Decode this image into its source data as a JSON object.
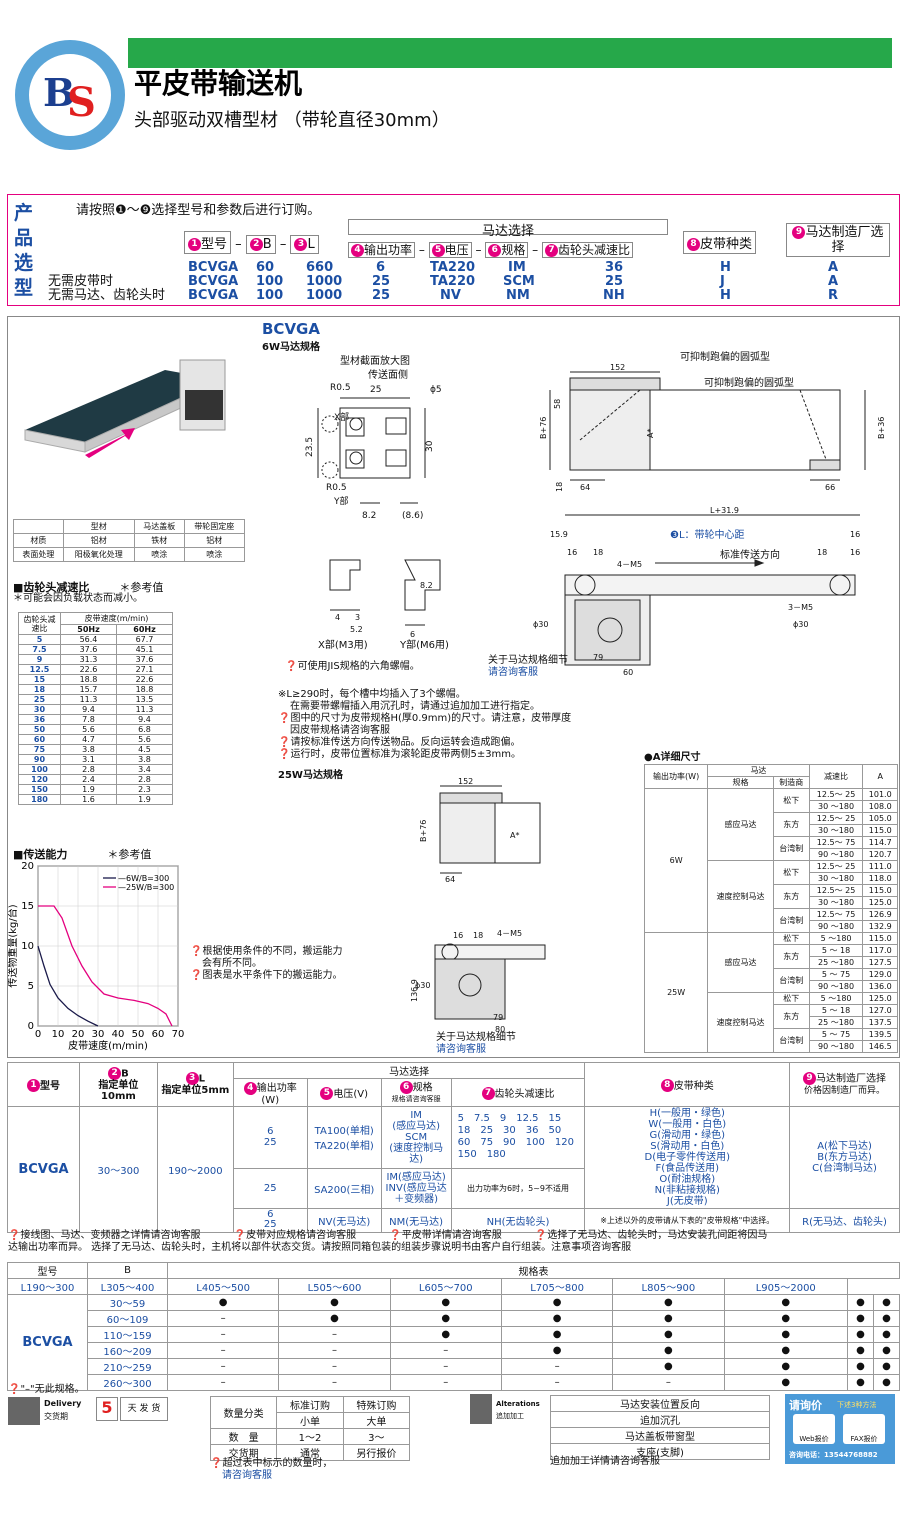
{
  "header": {
    "title": "平皮带输送机",
    "subtitle": "头部驱动双槽型材 （带轮直径30mm）"
  },
  "order": {
    "side": [
      "产",
      "品",
      "选",
      "型"
    ],
    "intro": "请按照❶～❾选择型号和参数后进行订购。",
    "labels": {
      "type": "型号",
      "b": "B",
      "l": "L",
      "motor": "马达选择",
      "power": "输出功率",
      "voltage": "电压",
      "spec": "规格",
      "ratio": "齿轮头减速比",
      "belt": "皮带种类",
      "maker": "马达制造厂选择"
    },
    "rows": [
      {
        "label": "",
        "v": [
          "BCVGA",
          "60",
          "660",
          "6",
          "TA220",
          "IM",
          "36",
          "H",
          "A"
        ]
      },
      {
        "label": "无需皮带时",
        "v": [
          "BCVGA",
          "100",
          "1000",
          "25",
          "TA220",
          "SCM",
          "25",
          "J",
          "A"
        ]
      },
      {
        "label": "无需马达、齿轮头时",
        "v": [
          "BCVGA",
          "100",
          "1000",
          "25",
          "NV",
          "NM",
          "NH",
          "H",
          "R"
        ]
      }
    ]
  },
  "material": {
    "headers": [
      "",
      "型材",
      "马达盖板",
      "带轮固定座"
    ],
    "rows": [
      [
        "材质",
        "铝材",
        "铁材",
        "铝材"
      ],
      [
        "表面处理",
        "阳极氧化处理",
        "喷涂",
        "喷涂"
      ]
    ]
  },
  "speed": {
    "title": "■齿轮头减速比",
    "ref": "＊参考值",
    "note": "＊可能会因负载状态而减小。",
    "headers": [
      "齿轮头减速比",
      "皮带速度(m/min)",
      "50Hz",
      "60Hz"
    ],
    "rows": [
      [
        "5",
        "56.4",
        "67.7"
      ],
      [
        "7.5",
        "37.6",
        "45.1"
      ],
      [
        "9",
        "31.3",
        "37.6"
      ],
      [
        "12.5",
        "22.6",
        "27.1"
      ],
      [
        "15",
        "18.8",
        "22.6"
      ],
      [
        "18",
        "15.7",
        "18.8"
      ],
      [
        "25",
        "11.3",
        "13.5"
      ],
      [
        "30",
        "9.4",
        "11.3"
      ],
      [
        "36",
        "7.8",
        "9.4"
      ],
      [
        "50",
        "5.6",
        "6.8"
      ],
      [
        "60",
        "4.7",
        "5.6"
      ],
      [
        "75",
        "3.8",
        "4.5"
      ],
      [
        "90",
        "3.1",
        "3.8"
      ],
      [
        "100",
        "2.8",
        "3.4"
      ],
      [
        "120",
        "2.4",
        "2.8"
      ],
      [
        "150",
        "1.9",
        "2.3"
      ],
      [
        "180",
        "1.6",
        "1.9"
      ]
    ]
  },
  "chart_data": {
    "type": "line",
    "title": "■传送能力",
    "ref": "＊参考值",
    "xlabel": "皮带速度(m/min)",
    "ylabel": "传送物重量(kg/台)",
    "xlim": [
      0,
      70
    ],
    "ylim": [
      0,
      20
    ],
    "xticks": [
      0,
      10,
      20,
      30,
      40,
      50,
      60,
      70
    ],
    "yticks": [
      0,
      5,
      10,
      15,
      20
    ],
    "series": [
      {
        "name": "6W/B=300",
        "color": "#1a1a4a",
        "x": [
          0,
          3,
          6,
          10,
          15,
          20,
          25,
          30
        ],
        "y": [
          10,
          7.5,
          5.2,
          3.5,
          2.2,
          1.3,
          0.6,
          0
        ]
      },
      {
        "name": "25W/B=300",
        "color": "#e4007f",
        "x": [
          0,
          8,
          12,
          17,
          22,
          27,
          33,
          40,
          48,
          55,
          60,
          64,
          67
        ],
        "y": [
          15,
          15,
          13.5,
          10,
          7.5,
          5.5,
          4,
          3.5,
          3.2,
          2.8,
          2.2,
          1.5,
          0
        ]
      }
    ]
  },
  "bcvga": {
    "title": "BCVGA",
    "sub6w": "6W马达规格",
    "sub25w": "25W马达规格",
    "section": "型材截面放大图",
    "face": "传送面侧",
    "arc1": "可抑制跑偏的圆弧型",
    "arc2": "可抑制跑偏的圆弧型",
    "l_label": "❸L：带轮中心距",
    "dir": "标准传送方向",
    "xpart": "X部(M3用)",
    "ypart": "Y部(M6用)",
    "jis": "可使用JIS规格的六角螺帽。",
    "motor_note": "关于马达规格细节",
    "ask": "请咨询客服",
    "notes": [
      "※L≥290时，每个槽中均插入了3个螺帽。",
      "在需要带螺帽插入用沉孔时，请通过追加加工进行指定。",
      "图中的尺寸为皮带规格H(厚0.9mm)的尺寸。请注意，皮带厚度",
      "因皮带规格请咨询客服",
      "请按标准传送方向传送物品。反向运转会造成跑偏。",
      "运行时，皮带位置标准为滚轮距皮带两侧5±3mm。"
    ],
    "cap_notes": [
      "根据使用条件的不同，搬运能力",
      "会有所不同。",
      "图表是水平条件下的搬运能力。"
    ]
  },
  "adetail": {
    "title": "●A详细尺寸",
    "headers": [
      "输出功率(W)",
      "马达",
      "规格",
      "制造商",
      "减速比",
      "A"
    ],
    "groups": [
      {
        "w": "6W",
        "specs": [
          {
            "s": "感应马达",
            "makers": [
              {
                "m": "松下",
                "rows": [
                  [
                    "12.5～ 25",
                    "101.0"
                  ],
                  [
                    "30 ～180",
                    "108.0"
                  ]
                ]
              },
              {
                "m": "东方",
                "rows": [
                  [
                    "12.5～ 25",
                    "105.0"
                  ],
                  [
                    "30 ～180",
                    "115.0"
                  ]
                ]
              },
              {
                "m": "台湾制",
                "rows": [
                  [
                    "12.5～ 75",
                    "114.7"
                  ],
                  [
                    "90 ～180",
                    "120.7"
                  ]
                ]
              }
            ]
          },
          {
            "s": "速度控制马达",
            "makers": [
              {
                "m": "松下",
                "rows": [
                  [
                    "12.5～ 25",
                    "111.0"
                  ],
                  [
                    "30 ～180",
                    "118.0"
                  ]
                ]
              },
              {
                "m": "东方",
                "rows": [
                  [
                    "12.5～ 25",
                    "115.0"
                  ],
                  [
                    "30 ～180",
                    "125.0"
                  ]
                ]
              },
              {
                "m": "台湾制",
                "rows": [
                  [
                    "12.5～ 75",
                    "126.9"
                  ],
                  [
                    "90 ～180",
                    "132.9"
                  ]
                ]
              }
            ]
          }
        ]
      },
      {
        "w": "25W",
        "specs": [
          {
            "s": "感应马达",
            "makers": [
              {
                "m": "松下",
                "rows": [
                  [
                    "5 ～180",
                    "115.0"
                  ]
                ]
              },
              {
                "m": "东方",
                "rows": [
                  [
                    "5 ～ 18",
                    "117.0"
                  ],
                  [
                    "25 ～180",
                    "127.5"
                  ]
                ]
              },
              {
                "m": "台湾制",
                "rows": [
                  [
                    "5 ～ 75",
                    "129.0"
                  ],
                  [
                    "90 ～180",
                    "136.0"
                  ]
                ]
              }
            ]
          },
          {
            "s": "速度控制马达",
            "makers": [
              {
                "m": "松下",
                "rows": [
                  [
                    "5 ～180",
                    "125.0"
                  ]
                ]
              },
              {
                "m": "东方",
                "rows": [
                  [
                    "5 ～ 18",
                    "127.0"
                  ],
                  [
                    "25 ～180",
                    "137.5"
                  ]
                ]
              },
              {
                "m": "台湾制",
                "rows": [
                  [
                    "5 ～ 75",
                    "139.5"
                  ],
                  [
                    "90 ～180",
                    "146.5"
                  ]
                ]
              }
            ]
          }
        ]
      }
    ]
  },
  "spec": {
    "h": {
      "type": "型号",
      "b": "B",
      "b2": "指定单位10mm",
      "l": "L",
      "l2": "指定单位5mm",
      "motor": "马达选择",
      "power": "输出功率(W)",
      "volt": "电压(V)",
      "spec": "规格",
      "spec2": "规格请咨询客服",
      "ratio": "齿轮头减速比",
      "belt": "皮带种类",
      "maker": "马达制造厂选择",
      "maker2": "价格因制造厂而异。"
    },
    "model": "BCVGA",
    "b": "30～300",
    "l": "190～2000",
    "p1": "6\n25",
    "v1": "TA100(单相)\nTA220(单相)",
    "s1": "IM\n(感应马达)\nSCM\n(速度控制马\n达)",
    "r1": "5　7.5　9　12.5　15\n18　25　30　36　50\n60　75　90　100　120\n150　180",
    "p2": "25",
    "v2": "SA200(三相)",
    "s2": "IM(感应马达)\nINV(感应马达\n＋变频器)",
    "r2": "出力功率为6时，5~9不适用",
    "p3": "6\n25",
    "v3": "NV(无马达)",
    "s3": "NM(无马达)",
    "r3": "NH(无齿轮头)",
    "belt": "H(一般用・绿色)\nW(一般用・白色)\nG(滑动用・绿色)\nS(滑动用・白色)\nD(电子零件传送用)\nF(食品传送用)\nO(耐油规格)\nN(非粘接规格)\nJ(无皮带)",
    "belt_note": "※上述以外的皮带请从下表的\"皮带规格\"中选择。",
    "maker": "A(松下马达)\nB(东方马达)\nC(台湾制马达)",
    "maker_r": "R(无马达、齿轮头)",
    "notes1": [
      "接线图、马达、变频器之详情请咨询客服",
      "皮带对应规格请咨询客服",
      "平皮带详情请咨询客服",
      "选择了无马达、齿轮头时，马达安装孔间距将因马"
    ],
    "notes2": "达输出功率而异。 选择了无马达、齿轮头时，主机将以部件状态交货。请按照同箱包装的组装步骤说明书由客户自行组装。注意事项咨询客服"
  },
  "size": {
    "h": [
      "型号",
      "B",
      "规格表"
    ],
    "cols": [
      "L190～300",
      "L305～400",
      "L405～500",
      "L505～600",
      "L605～700",
      "L705～800",
      "L805～900",
      "L905～2000"
    ],
    "model": "BCVGA",
    "rows": [
      [
        "30～59",
        "●",
        "●",
        "●",
        "●",
        "●",
        "●",
        "●",
        "●"
      ],
      [
        "60～109",
        "–",
        "●",
        "●",
        "●",
        "●",
        "●",
        "●",
        "●"
      ],
      [
        "110～159",
        "–",
        "–",
        "●",
        "●",
        "●",
        "●",
        "●",
        "●"
      ],
      [
        "160～209",
        "–",
        "–",
        "–",
        "●",
        "●",
        "●",
        "●",
        "●"
      ],
      [
        "210～259",
        "–",
        "–",
        "–",
        "–",
        "●",
        "●",
        "●",
        "●"
      ],
      [
        "260～300",
        "–",
        "–",
        "–",
        "–",
        "–",
        "●",
        "●",
        "●"
      ]
    ],
    "note": "\"–\"无此规格。"
  },
  "footer": {
    "delivery": "Delivery",
    "delivery_cn": "交货期",
    "days": "5",
    "days_label": "天 发 货",
    "qty": {
      "h": [
        "数量分类",
        "标准订购",
        "特殊订购"
      ],
      "rows": [
        [
          "",
          "小单",
          "大单"
        ],
        [
          "数　量",
          "1～2",
          "3～"
        ],
        [
          "交货期",
          "通常",
          "另行报价"
        ]
      ]
    },
    "qty_note": "超过表中标示的数量时，",
    "qty_ask": "请咨询客服",
    "alt": "Alterations",
    "alt_cn": "追加加工",
    "alt_items": [
      "马达安装位置反向",
      "追加沉孔",
      "马达盖板带窗型",
      "支座(支脚)"
    ],
    "alt_note": "追加加工详情请咨询客服",
    "inq": "请询价",
    "inq2": "下述3种方法",
    "web": "Web报价",
    "fax": "FAX报价",
    "tel": "咨询电话：13544768882"
  }
}
